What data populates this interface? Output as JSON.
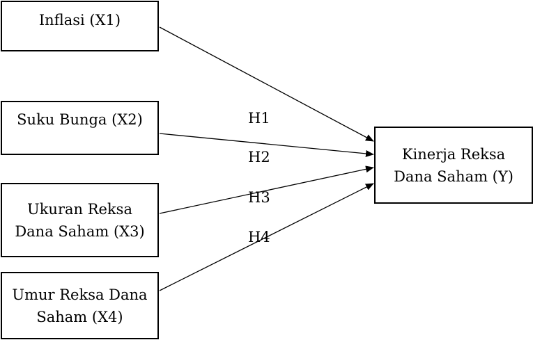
{
  "diagram": {
    "nodes": {
      "x1": {
        "label": "Inflasi (X1)"
      },
      "x2": {
        "label": "Suku Bunga (X2)"
      },
      "x3": {
        "label": "Ukuran Reksa\nDana Saham (X3)"
      },
      "x4": {
        "label": "Umur Reksa Dana\nSaham (X4)"
      },
      "y": {
        "label": "Kinerja Reksa\nDana Saham (Y)"
      }
    },
    "hypotheses": [
      {
        "label": "H1",
        "from": "x1",
        "to": "y"
      },
      {
        "label": "H2",
        "from": "x2",
        "to": "y"
      },
      {
        "label": "H3",
        "from": "x3",
        "to": "y"
      },
      {
        "label": "H4",
        "from": "x4",
        "to": "y"
      }
    ],
    "line_color": "#000000",
    "box_border_color": "#000000"
  }
}
